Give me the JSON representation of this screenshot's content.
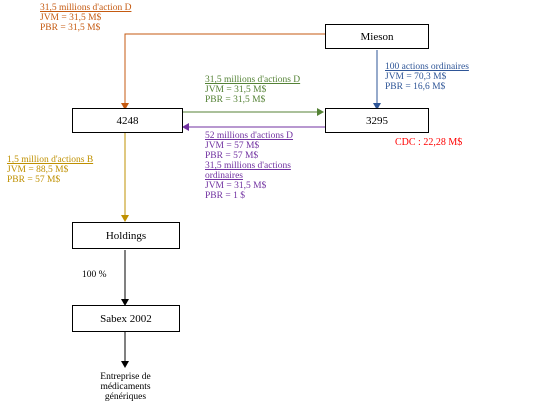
{
  "colors": {
    "orange": "#c55a11",
    "gold": "#bf9000",
    "green": "#548235",
    "blue": "#2e5597",
    "purple": "#7030a0",
    "red": "#ff0000",
    "black": "#000000"
  },
  "boxes": {
    "mieson": "Mieson",
    "e4248": "4248",
    "e3295": "3295",
    "holdings": "Holdings",
    "sabex": "Sabex 2002"
  },
  "labels": {
    "mieson_to_4248": [
      "31,5 millions d'action D",
      "JVM = 31,5 M$",
      "PBR = 31,5 M$"
    ],
    "mieson_to_3295": [
      "100 actions ordinaires",
      "JVM = 70,3 M$",
      "PBR = 16,6 M$"
    ],
    "e4248_to_3295": [
      "31,5 millions d'actions D",
      "JVM = 31,5 M$",
      "PBR = 31,5 M$"
    ],
    "e3295_to_4248_a": [
      "52 millions d'actions D",
      "JVM = 57 M$",
      "PBR = 57 M$"
    ],
    "e3295_to_4248_b": [
      "31,5 millions d'actions",
      "ordinaires",
      "JVM = 31,5 M$",
      "PBR = 1 $"
    ],
    "e4248_to_holdings": [
      "1,5 million d'actions B",
      "JVM = 88,5 M$",
      "PBR = 57 M$"
    ],
    "cdc": "CDC : 22,28 M$",
    "ownership": "100 %",
    "business": [
      "Entreprise de",
      "médicaments",
      "génériques"
    ]
  }
}
